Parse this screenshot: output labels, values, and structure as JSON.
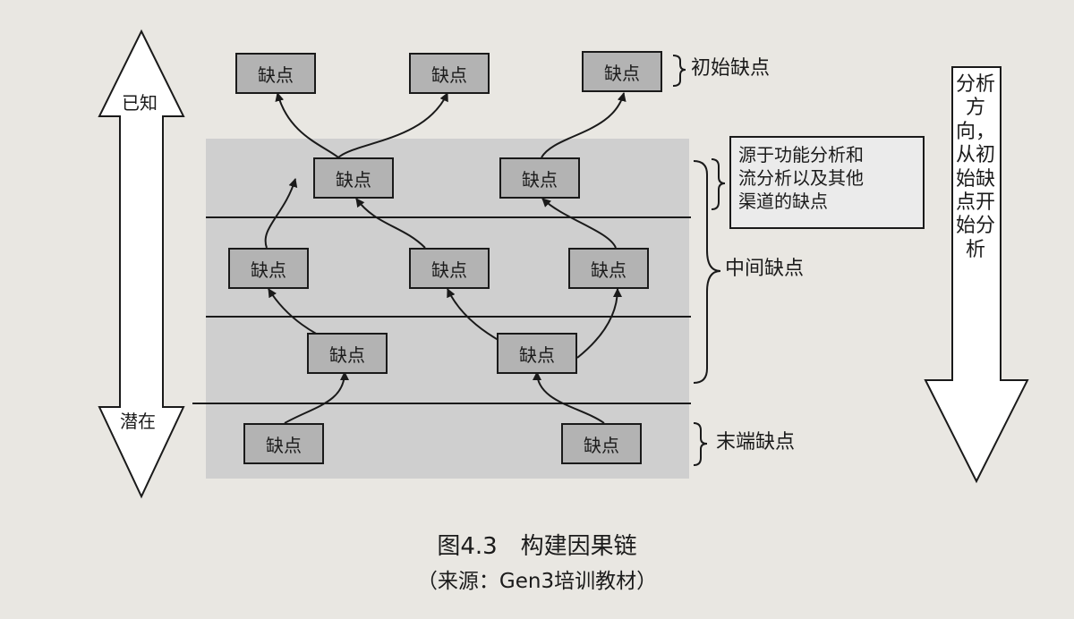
{
  "diagram": {
    "node_label": "缺点",
    "tiers": {
      "initial": "初始缺点",
      "middle": "中间缺点",
      "terminal": "末端缺点"
    },
    "note": {
      "line1": "源于功能分析和",
      "line2": "流分析以及其他",
      "line3": "渠道的缺点"
    },
    "left_axis": {
      "top": "已知",
      "bottom": "潜在"
    },
    "right_axis": {
      "text": "分析方向，从初始缺点开始分析"
    }
  },
  "caption": {
    "title": "图4.3　构建因果链",
    "source": "（来源：Gen3培训教材）"
  },
  "colors": {
    "band": "#cfcfcf",
    "box": "#b3b3b3",
    "line": "#1a1a1a"
  }
}
